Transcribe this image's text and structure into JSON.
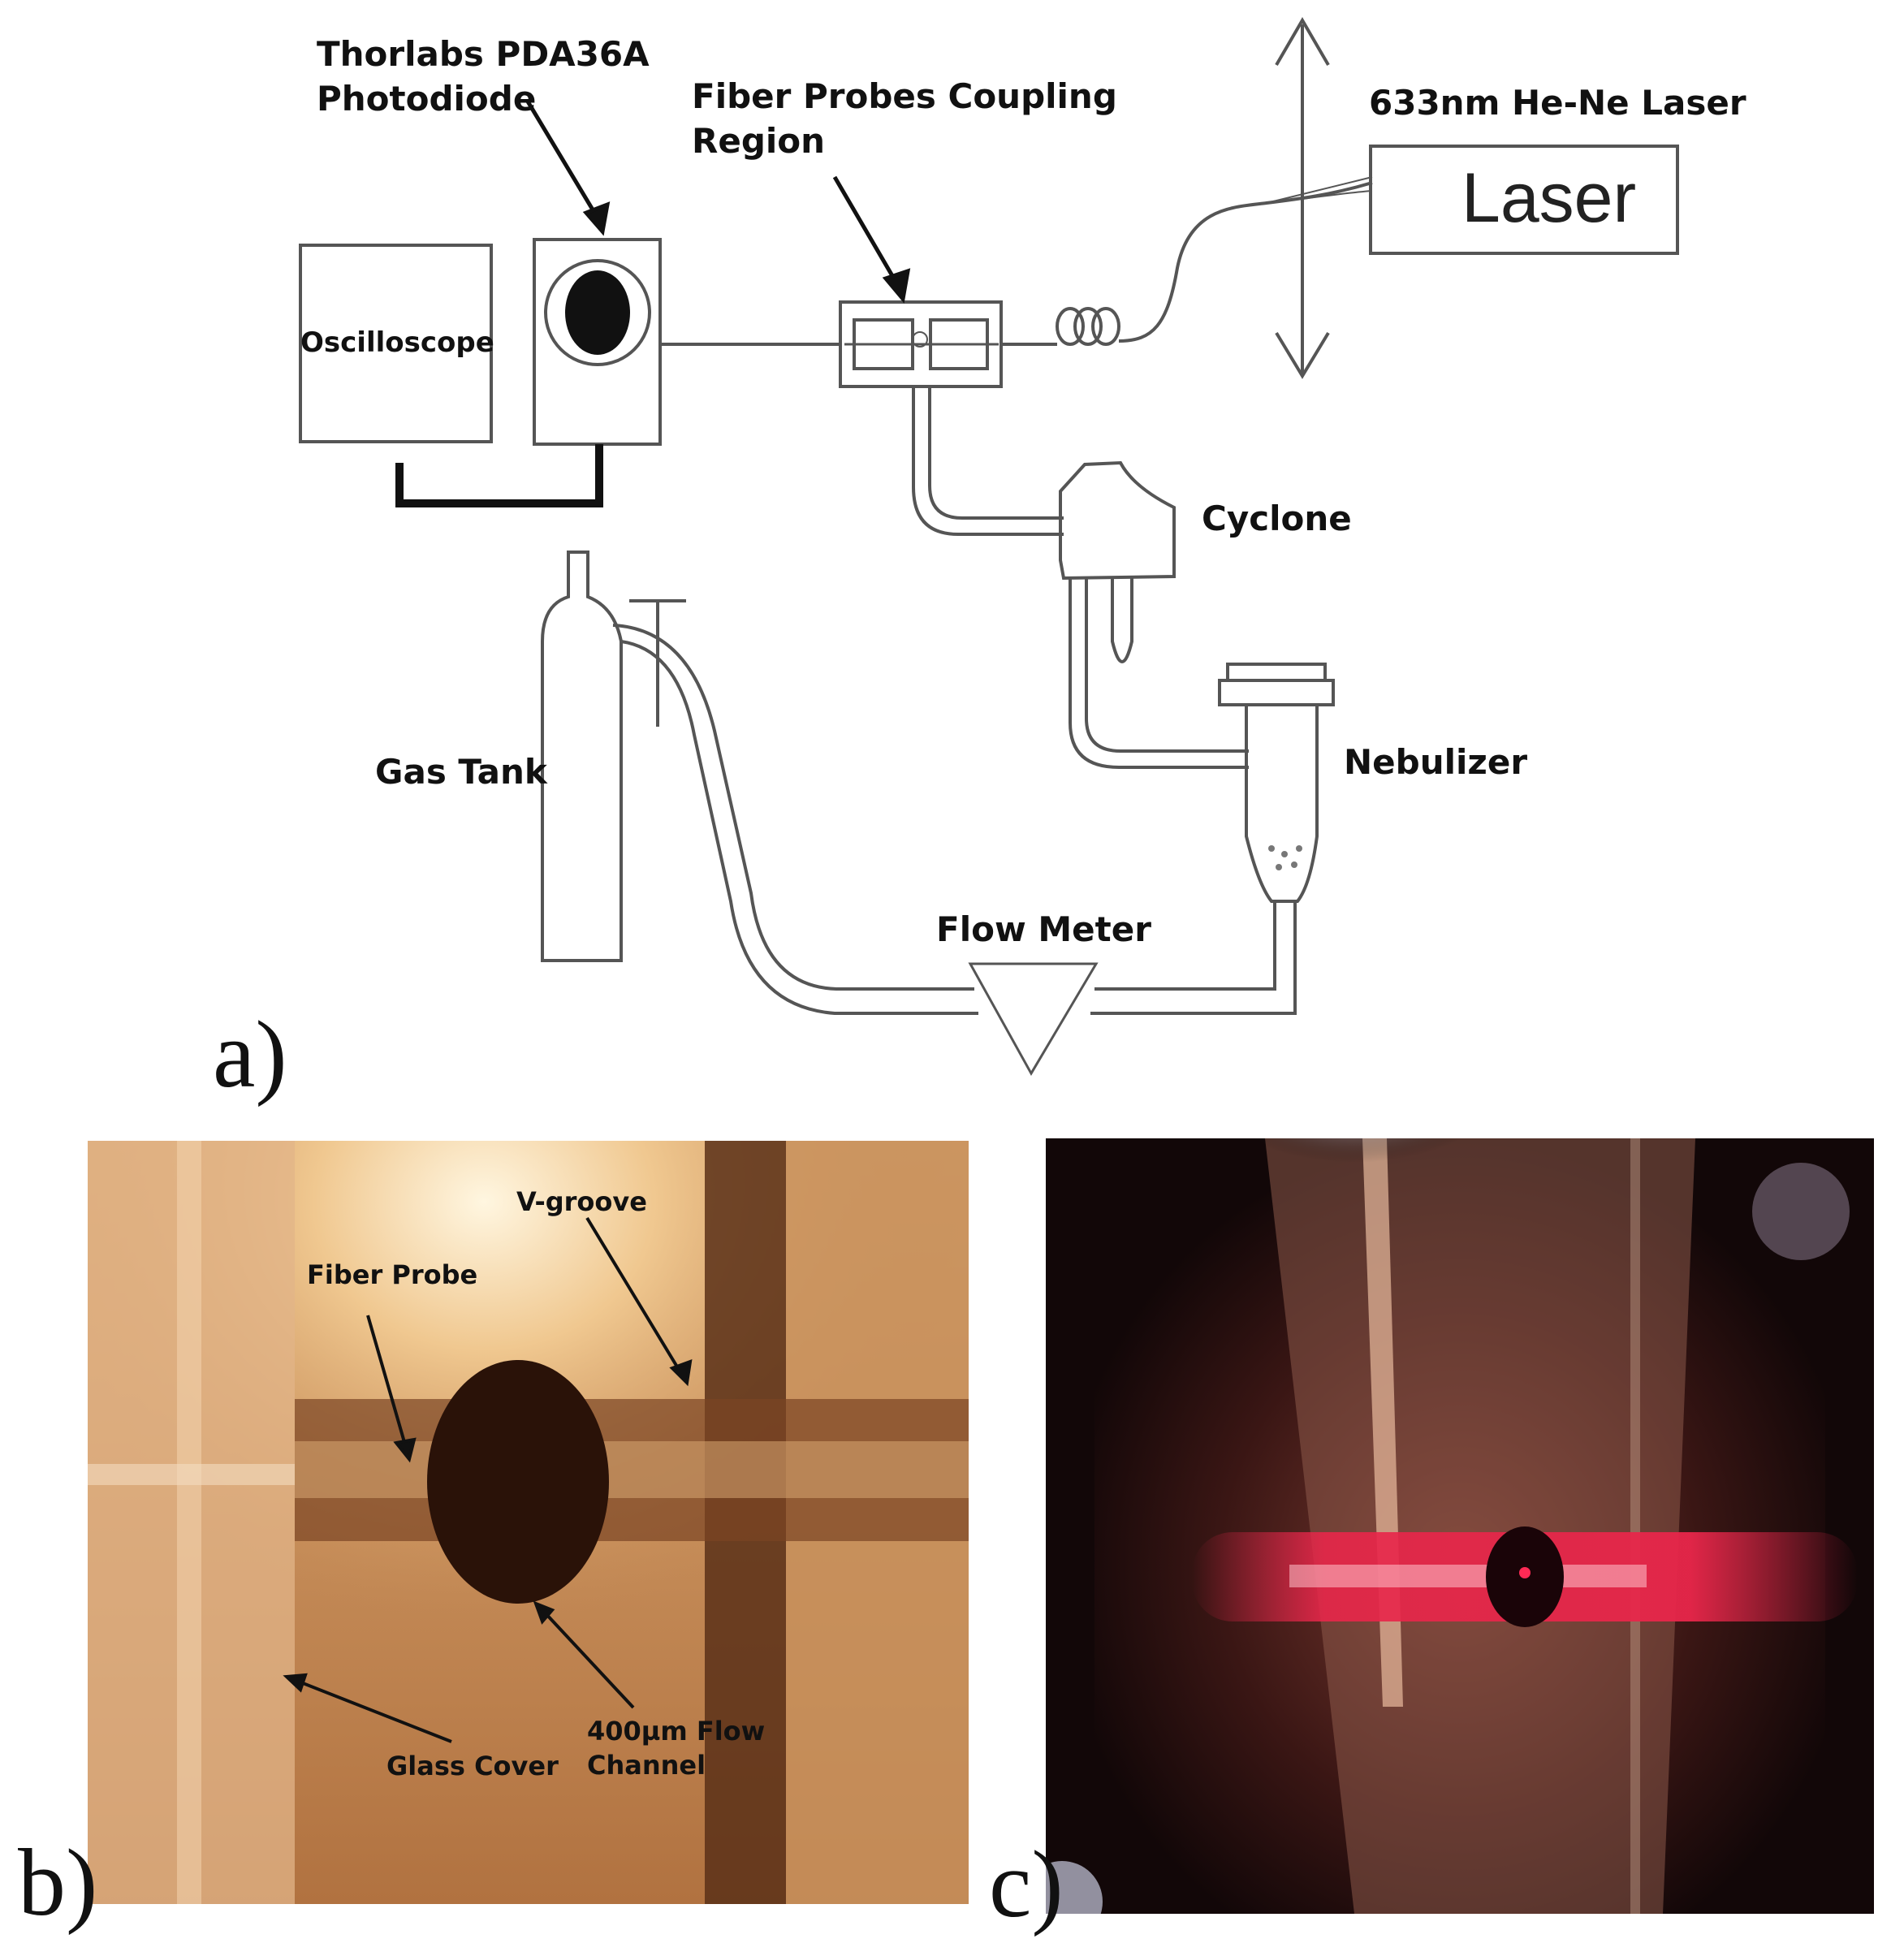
{
  "panel_a": {
    "photodiode_label": "Thorlabs PDA36A\nPhotodiode",
    "coupling_label": "Fiber Probes Coupling\nRegion",
    "laser_label": "633nm He-Ne Laser",
    "laser_box_text": "Laser",
    "oscilloscope_label": "Oscilloscope",
    "cyclone_label": "Cyclone",
    "gas_tank_label": "Gas Tank",
    "nebulizer_label": "Nebulizer",
    "flow_meter_label": "Flow Meter",
    "panel_letter": "a)"
  },
  "panel_b": {
    "v_groove_label": "V-groove",
    "fiber_probe_label": "Fiber Probe",
    "flow_channel_label": "400µm Flow\nChannel",
    "glass_cover_label": "Glass Cover",
    "panel_letter": "b)"
  },
  "panel_c": {
    "panel_letter": "c)"
  },
  "colors": {
    "line": "#555555",
    "label_text": "#111111",
    "photo_b_base": "#b57a48",
    "photo_c_base": "#120708",
    "laser_red": "#e8264a"
  }
}
